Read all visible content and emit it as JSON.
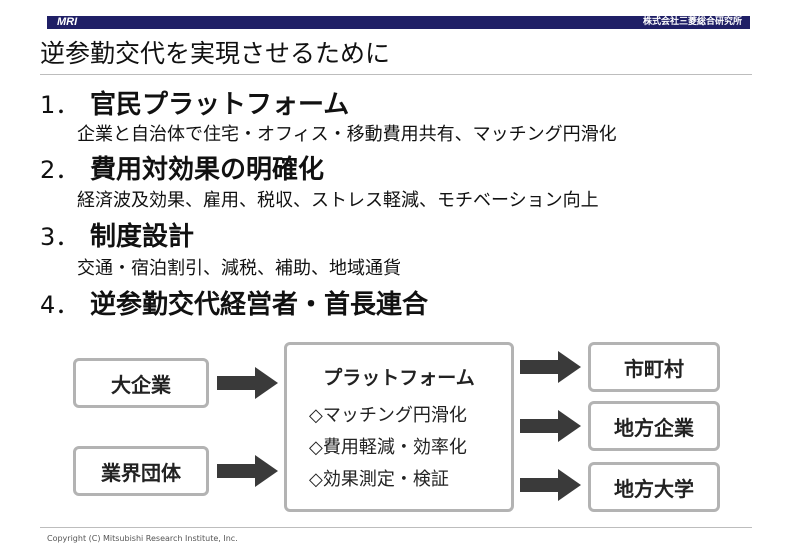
{
  "header": {
    "logo": "MRI",
    "company": "株式会社三菱総合研究所"
  },
  "title": "逆参勤交代を実現させるために",
  "items": [
    {
      "num": "1．",
      "heading": "官民プラットフォーム",
      "sub": "企業と自治体で住宅・オフィス・移動費用共有、マッチング円滑化"
    },
    {
      "num": "2．",
      "heading": "費用対効果の明確化",
      "sub": "経済波及効果、雇用、税収、ストレス軽減、モチベーション向上"
    },
    {
      "num": "3．",
      "heading": "制度設計",
      "sub": "交通・宿泊割引、減税、補助、地域通貨"
    },
    {
      "num": "4．",
      "heading": "逆参勤交代経営者・首長連合",
      "sub": ""
    }
  ],
  "diagram": {
    "left_boxes": [
      "大企業",
      "業界団体"
    ],
    "platform_title": "プラットフォーム",
    "platform_items": [
      "◇マッチング円滑化",
      "◇費用軽減・効率化",
      "◇効果測定・検証"
    ],
    "right_boxes": [
      "市町村",
      "地方企業",
      "地方大学"
    ],
    "arrow_color": "#3a3a3a",
    "border_color": "#b3b3b3"
  },
  "footer": {
    "copyright": "Copyright (C) Mitsubishi Research Institute, Inc."
  }
}
